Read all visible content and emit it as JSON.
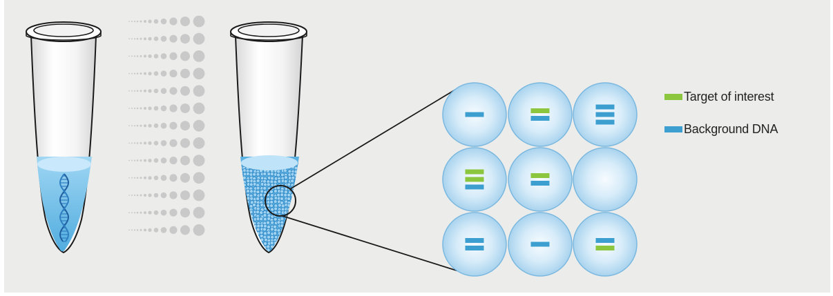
{
  "colors": {
    "background": "#ececeb",
    "target": "#8cc63f",
    "background_dna": "#3d9fd0",
    "droplet": "#bfe0f3",
    "liquid": "#79c4ee",
    "tube_outline": "#1a1a1a"
  },
  "legend": {
    "target_label": "Target of interest",
    "background_label": "Background DNA"
  },
  "droplet_grid": [
    [
      "b",
      "tb",
      "bbb"
    ],
    [
      "ttb",
      "tb",
      ""
    ],
    [
      "bb",
      "b",
      "bt"
    ]
  ],
  "icons": {
    "tube_left": "microcentrifuge-tube-with-dna-icon",
    "tube_right": "microcentrifuge-tube-with-droplets-icon",
    "magnifier": "magnifier-circle-icon"
  }
}
